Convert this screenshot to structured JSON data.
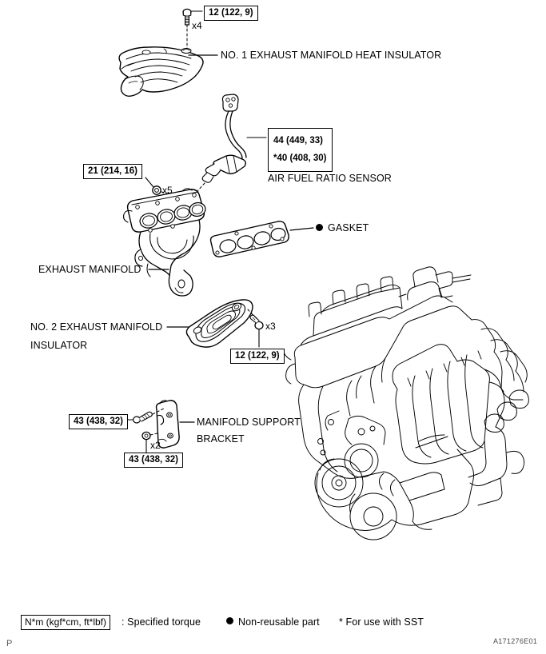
{
  "figure": {
    "id": "A171276E01",
    "page_mark": "P",
    "title_implied": "Exhaust Manifold Components"
  },
  "callouts": [
    {
      "id": "heat-insulator-bolt",
      "torque": "12 (122, 9)",
      "quantity": "x4",
      "fastener": "bolt"
    },
    {
      "id": "no1-heat-insulator",
      "label": "NO. 1 EXHAUST MANIFOLD HEAT INSULATOR"
    },
    {
      "id": "air-fuel-ratio-sensor",
      "label": "AIR FUEL RATIO SENSOR",
      "torque_primary": "44 (449, 33)",
      "torque_sst": "*40 (408, 30)"
    },
    {
      "id": "exhaust-manifold-nut",
      "torque": "21 (214, 16)",
      "quantity": "x5",
      "fastener": "nut"
    },
    {
      "id": "exhaust-manifold",
      "label": "EXHAUST MANIFOLD"
    },
    {
      "id": "gasket",
      "label": "GASKET",
      "marker": "non-reusable"
    },
    {
      "id": "no2-insulator",
      "label_line1": "NO. 2 EXHAUST MANIFOLD",
      "label_line2": "INSULATOR",
      "torque": "12 (122, 9)",
      "quantity": "x3",
      "fastener": "bolt"
    },
    {
      "id": "manifold-support-bracket",
      "label_line1": "MANIFOLD SUPPORT",
      "label_line2": "BRACKET",
      "torque_upper": "43 (438, 32)",
      "torque_lower": "43 (438, 32)",
      "quantity": "x2"
    }
  ],
  "legend": {
    "torque_units": "N*m (kgf*cm, ft*lbf)",
    "torque_meaning": ": Specified torque",
    "non_reusable": "Non-reusable part",
    "sst_note": "* For use with SST"
  }
}
